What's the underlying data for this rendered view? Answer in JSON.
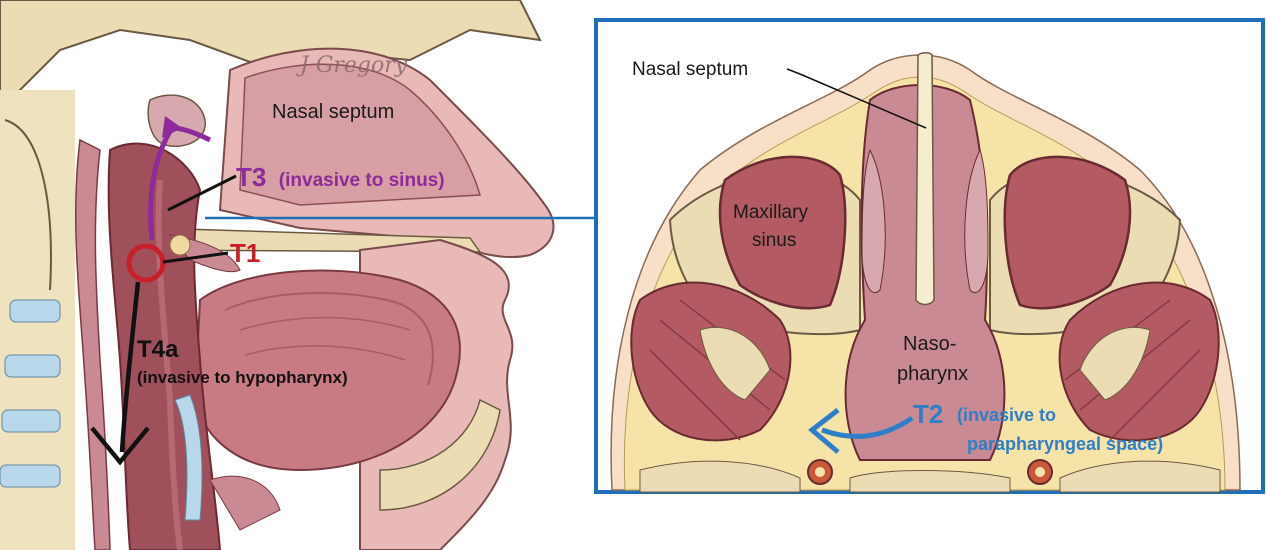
{
  "sagittal": {
    "artist_signature": "J Gregory",
    "nasal_septum": "Nasal septum",
    "t3_code": "T3",
    "t3_note": "(invasive to sinus)",
    "t1_code": "T1",
    "t4a_code": "T4a",
    "t4a_note": "(invasive to hypopharynx)"
  },
  "coronal": {
    "nasal_septum": "Nasal septum",
    "maxillary_line1": "Maxillary",
    "maxillary_line2": "sinus",
    "naso_line1": "Naso-",
    "naso_line2": "pharynx",
    "t2_code": "T2",
    "t2_note_line1": "(invasive to",
    "t2_note_line2": "parapharyngeal space)"
  },
  "colors": {
    "t3_purple": "#8e2a9c",
    "t1_red": "#c8202a",
    "t4a_black": "#111111",
    "t2_blue": "#2f7fc8",
    "frame_blue": "#1e6fb8",
    "tissue_pink": "#c98a93",
    "muscle_red": "#b45a62",
    "bone_cream": "#ecdcb4",
    "fat_yellow": "#f6e3a8"
  }
}
